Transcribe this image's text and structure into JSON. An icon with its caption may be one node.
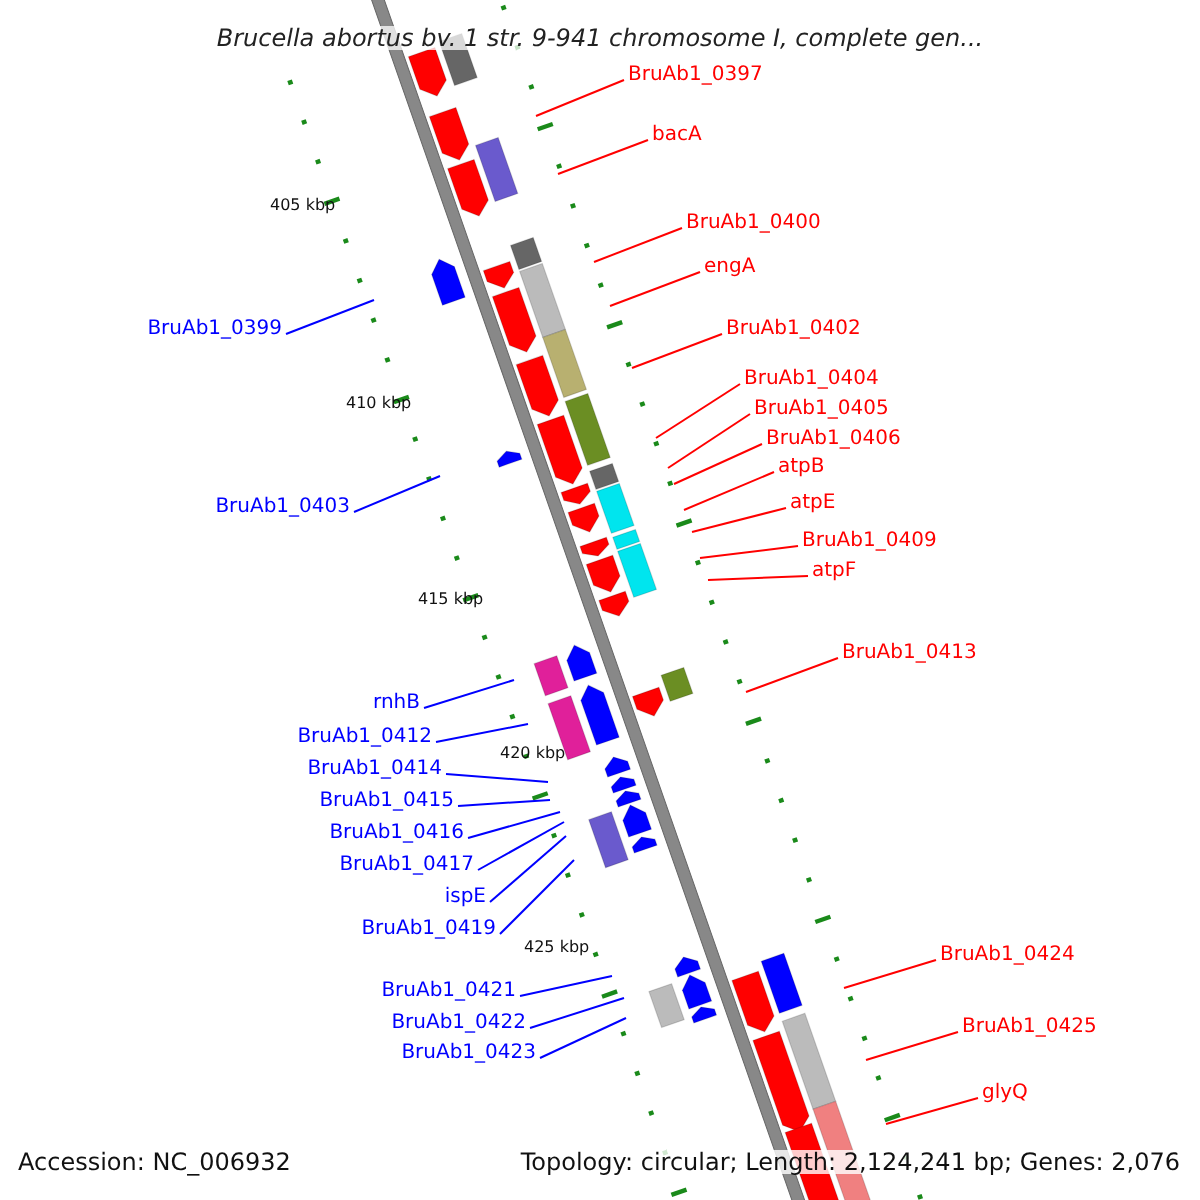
{
  "diagram": {
    "title": "Brucella abortus bv. 1 str. 9-941 chromosome I, complete gen...",
    "nodes": [
      {
        "text": [
          "BruAb1_0397"
        ]
      },
      {
        "text": [
          "bacA"
        ]
      },
      {
        "text": [
          "BruAb1_0400"
        ]
      },
      {
        "text": [
          "engA"
        ]
      },
      {
        "text": [
          "BruAb1_0399"
        ]
      },
      {
        "text": [
          "BruAb1_0402"
        ]
      },
      {
        "text": [
          "BruAb1_0404"
        ]
      },
      {
        "text": [
          "BruAb1_0405"
        ]
      },
      {
        "text": [
          "BruAb1_0406"
        ]
      },
      {
        "text": [
          "atpB"
        ]
      },
      {
        "text": [
          "BruAb1_0403"
        ]
      },
      {
        "text": [
          "atpE"
        ]
      },
      {
        "text": [
          "BruAb1_0409"
        ]
      },
      {
        "text": [
          "atpF"
        ]
      },
      {
        "text": [
          "BruAb1_0413"
        ]
      },
      {
        "text": [
          "rnhB"
        ]
      },
      {
        "text": [
          "BruAb1_0412"
        ]
      },
      {
        "text": [
          "BruAb1_0414"
        ]
      },
      {
        "text": [
          "BruAb1_0415"
        ]
      },
      {
        "text": [
          "BruAb1_0416"
        ]
      },
      {
        "text": [
          "BruAb1_0417"
        ]
      },
      {
        "text": [
          "ispE"
        ]
      },
      {
        "text": [
          "BruAb1_0419"
        ]
      },
      {
        "text": [
          "BruAb1_0424"
        ]
      },
      {
        "text": [
          "BruAb1_0421"
        ]
      },
      {
        "text": [
          "BruAb1_0422"
        ]
      },
      {
        "text": [
          "BruAb1_0423"
        ]
      },
      {
        "text": [
          "BruAb1_0425"
        ]
      },
      {
        "text": [
          "glyQ"
        ]
      }
    ],
    "edges": [
      {
        "from": 0,
        "to": null,
        "arrow": "none"
      },
      {
        "from": 1,
        "to": null,
        "arrow": "none"
      },
      {
        "from": 2,
        "to": null,
        "arrow": "none"
      },
      {
        "from": 3,
        "to": null,
        "arrow": "none"
      },
      {
        "from": 4,
        "to": null,
        "arrow": "none",
        "color": "#0000ff"
      },
      {
        "from": 5,
        "to": null,
        "arrow": "none"
      },
      {
        "from": 6,
        "to": null,
        "arrow": "none"
      },
      {
        "from": 7,
        "to": null,
        "arrow": "none"
      },
      {
        "from": 8,
        "to": null,
        "arrow": "none"
      },
      {
        "from": 9,
        "to": null,
        "arrow": "none"
      },
      {
        "from": 10,
        "to": null,
        "arrow": "none",
        "color": "#0000ff"
      },
      {
        "from": 11,
        "to": null,
        "arrow": "none"
      },
      {
        "from": 12,
        "to": null,
        "arrow": "none"
      },
      {
        "from": 13,
        "to": null,
        "arrow": "none"
      },
      {
        "from": 14,
        "to": null,
        "arrow": "none"
      },
      {
        "from": 15,
        "to": null,
        "arrow": "none",
        "color": "#0000ff"
      },
      {
        "from": 16,
        "to": null,
        "arrow": "none",
        "color": "#0000ff"
      },
      {
        "from": 17,
        "to": null,
        "arrow": "none",
        "color": "#0000ff"
      },
      {
        "from": 18,
        "to": null,
        "arrow": "none",
        "color": "#0000ff"
      },
      {
        "from": 19,
        "to": null,
        "arrow": "none",
        "color": "#0000ff"
      },
      {
        "from": 20,
        "to": null,
        "arrow": "none",
        "color": "#0000ff"
      },
      {
        "from": 21,
        "to": null,
        "arrow": "none",
        "color": "#0000ff"
      },
      {
        "from": 22,
        "to": null,
        "arrow": "none",
        "color": "#0000ff"
      },
      {
        "from": 23,
        "to": null,
        "arrow": "none"
      },
      {
        "from": 24,
        "to": null,
        "arrow": "none",
        "color": "#0000ff"
      },
      {
        "from": 25,
        "to": null,
        "arrow": "none",
        "color": "#0000ff"
      },
      {
        "from": 26,
        "to": null,
        "arrow": "none",
        "color": "#0000ff"
      },
      {
        "from": 27,
        "to": null,
        "arrow": "none"
      },
      {
        "from": 28,
        "to": null,
        "arrow": "none"
      }
    ],
    "labels": [
      "405 kbp",
      "410 kbp",
      "415 kbp",
      "420 kbp",
      "425 kbp",
      "Accession: NC_006932",
      "Topology: circular; Length: 2,124,241 bp; Genes: 2,076"
    ]
  }
}
